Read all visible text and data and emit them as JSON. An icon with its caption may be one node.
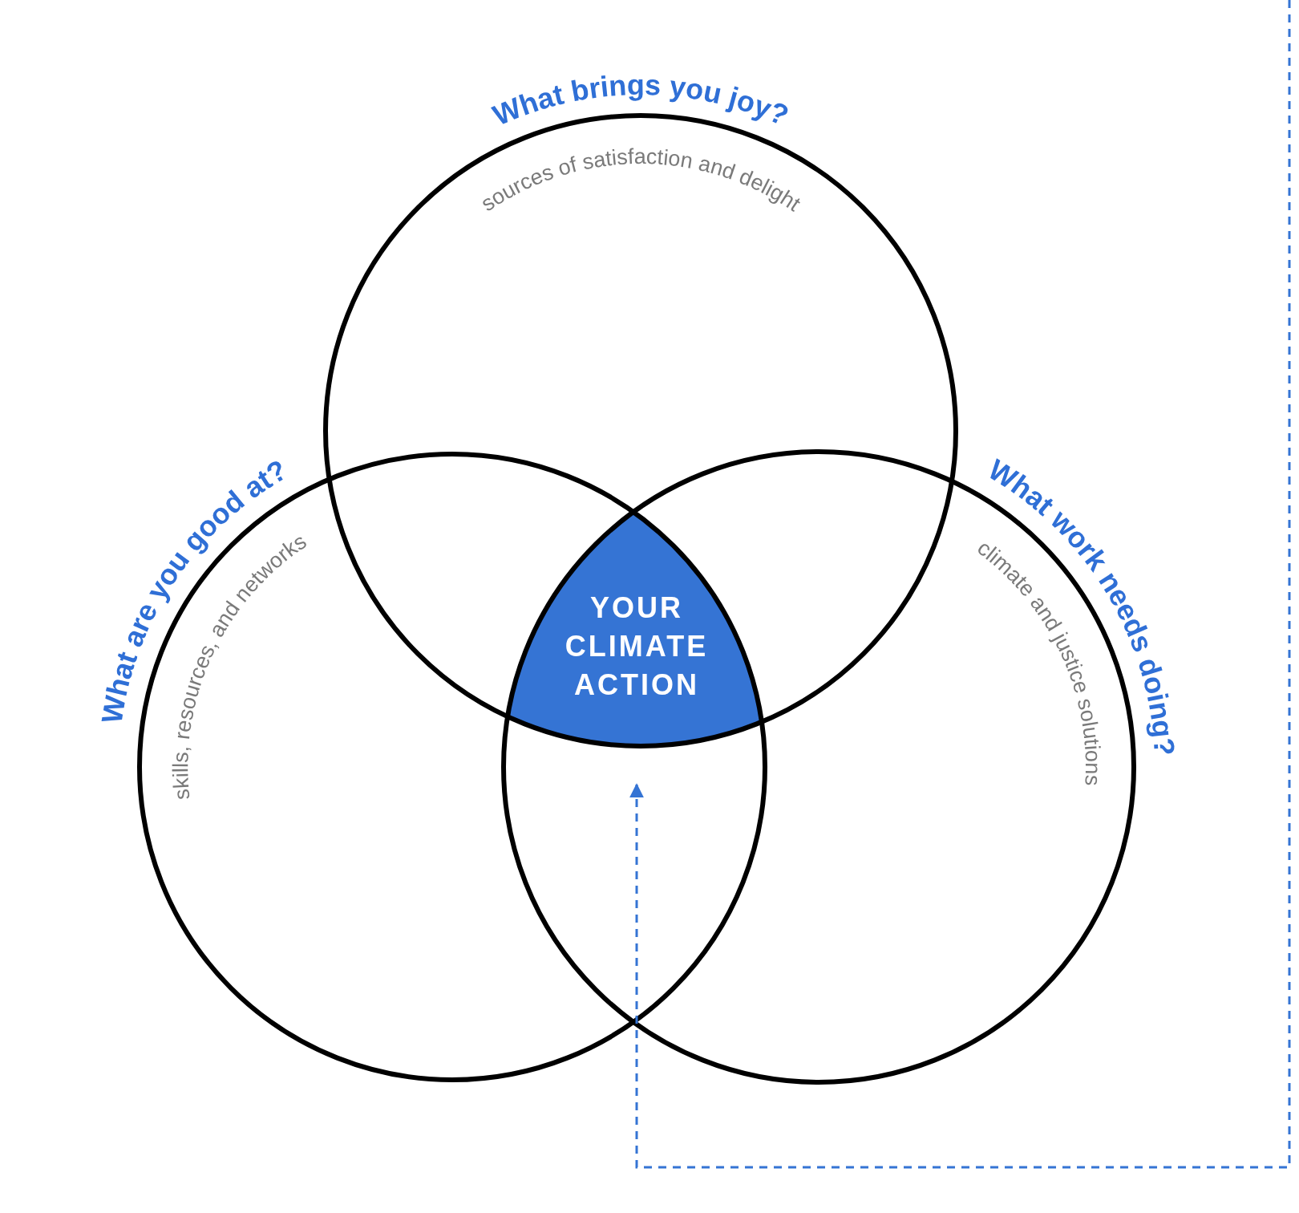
{
  "diagram": {
    "nodes": [
      {
        "text": [
          "What brings you joy?",
          "sources of satisfaction and delight"
        ]
      },
      {
        "text": [
          "What are you good at?",
          "skills, resources, and networks"
        ]
      },
      {
        "text": [
          "What work needs doing?",
          "climate and justice solutions"
        ]
      },
      {
        "text": [
          "YOUR CLIMATE ACTION"
        ]
      }
    ],
    "edges": [
      {
        "from": null,
        "to": 3,
        "arrow": "to",
        "style": "dashed",
        "color": "#3574d4"
      }
    ]
  }
}
